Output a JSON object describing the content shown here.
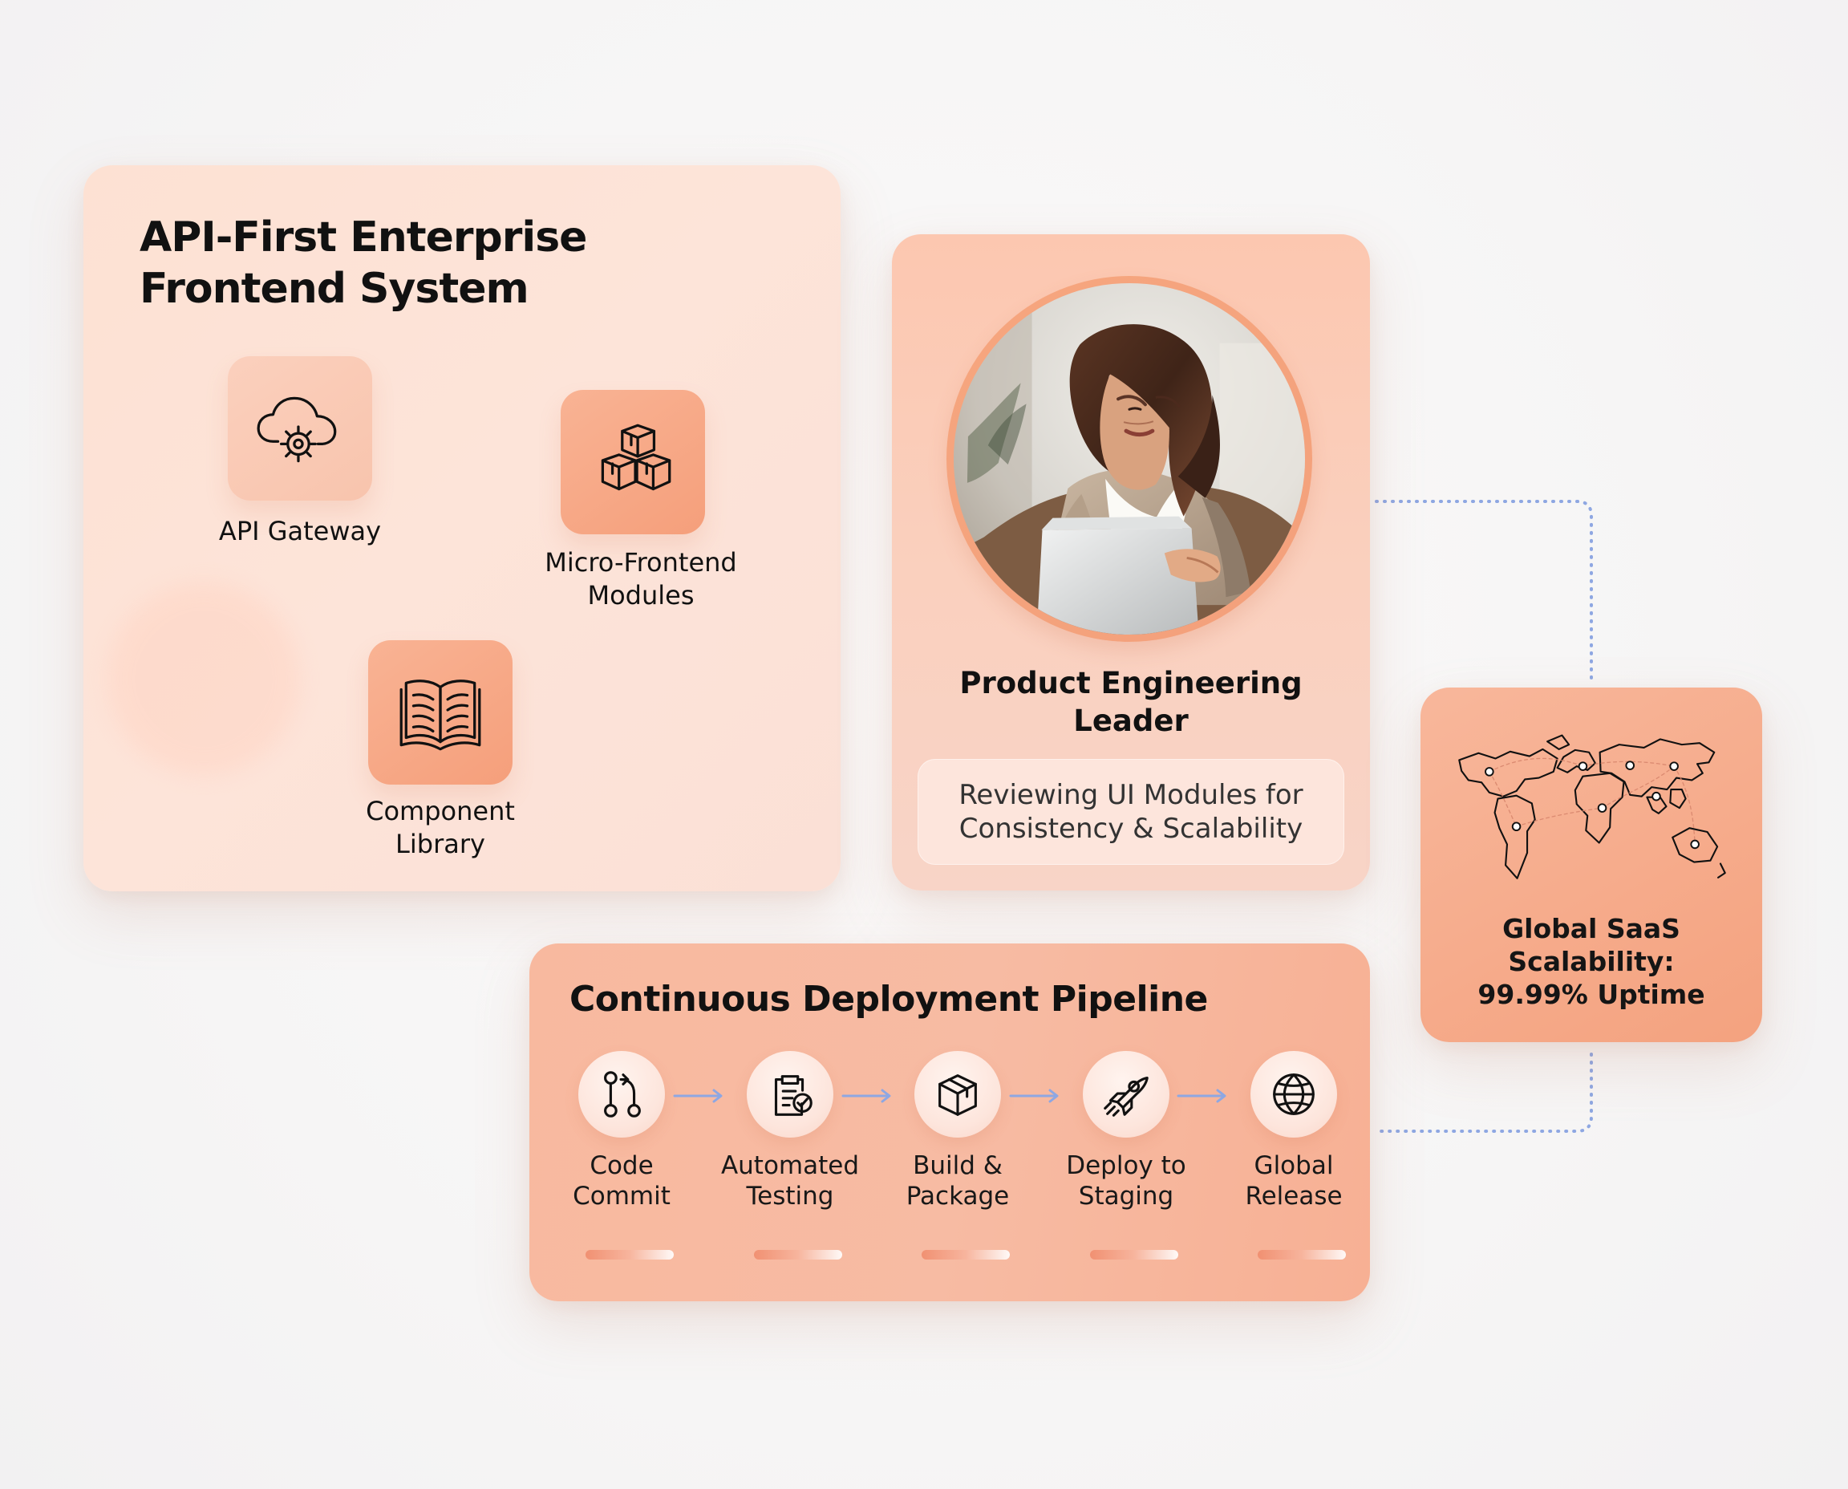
{
  "system": {
    "title_line1": "API-First Enterprise",
    "title_line2": "Frontend System",
    "modules": [
      {
        "name": "api-gateway",
        "label": "API Gateway",
        "icon": "cloud-gear-icon"
      },
      {
        "name": "micro-frontend",
        "label_line1": "Micro-Frontend",
        "label_line2": "Modules",
        "icon": "cubes-icon"
      },
      {
        "name": "component-library",
        "label_line1": "Component",
        "label_line2": "Library",
        "icon": "open-book-icon"
      }
    ]
  },
  "leader": {
    "name_line1": "Product Engineering",
    "name_line2": "Leader",
    "caption_line1": "Reviewing UI Modules for",
    "caption_line2": "Consistency & Scalability",
    "image": "professional-woman-laptop-photo"
  },
  "global": {
    "line1": "Global SaaS",
    "line2": "Scalability:",
    "line3": "99.99% Uptime",
    "icon": "world-map-network-icon"
  },
  "pipeline": {
    "title": "Continuous Deployment Pipeline",
    "steps": [
      {
        "line1": "Code",
        "line2": "Commit",
        "icon": "git-branch-icon"
      },
      {
        "line1": "Automated",
        "line2": "Testing",
        "icon": "clipboard-check-icon"
      },
      {
        "line1": "Build &",
        "line2": "Package",
        "icon": "box-icon"
      },
      {
        "line1": "Deploy to",
        "line2": "Staging",
        "icon": "rocket-icon"
      },
      {
        "line1": "Global",
        "line2": "Release",
        "icon": "globe-icon"
      }
    ]
  },
  "colors": {
    "background": "#f8f7f7",
    "peach_light": "#fde3d7",
    "peach_mid": "#f8bca4",
    "peach_accent": "#f49f7a",
    "connector_dots": "#8ea7e2",
    "text": "#111111"
  }
}
